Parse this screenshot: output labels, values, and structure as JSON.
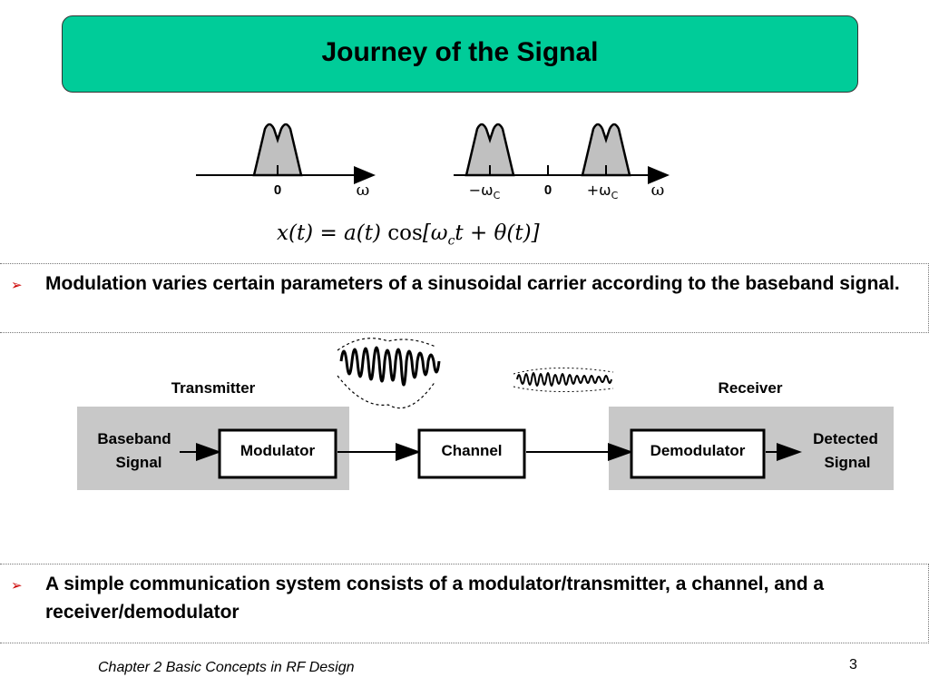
{
  "slide": {
    "title": "Journey of the Signal",
    "footer": "Chapter 2 Basic Concepts in RF Design",
    "page_number": "3"
  },
  "spectrum": {
    "baseband_zero": "0",
    "baseband_axis": "ω",
    "neg_carrier": "−ω",
    "neg_carrier_sub": "C",
    "passband_zero": "0",
    "pos_carrier": "+ω",
    "pos_carrier_sub": "C",
    "passband_axis": "ω"
  },
  "equation": {
    "lhs": "x(t) = a(t) ",
    "func": "cos",
    "arg_open": "[ω",
    "arg_sub": "c",
    "arg_rest": "t + θ(t)]"
  },
  "bullets": [
    {
      "text": "Modulation varies certain parameters of a sinusoidal carrier according to the baseband signal."
    },
    {
      "text": "A simple communication system consists of a modulator/transmitter, a channel, and a receiver/demodulator"
    }
  ],
  "diagram": {
    "transmitter_label": "Transmitter",
    "receiver_label": "Receiver",
    "input_line1": "Baseband",
    "input_line2": "Signal",
    "modulator": "Modulator",
    "channel": "Channel",
    "demodulator": "Demodulator",
    "output_line1": "Detected",
    "output_line2": "Signal"
  },
  "colors": {
    "title_bg": "#00cc99",
    "bullet_arrow": "#cc0000",
    "block_bg": "#c8c8c8",
    "spectrum_fill": "#c0c0c0"
  }
}
